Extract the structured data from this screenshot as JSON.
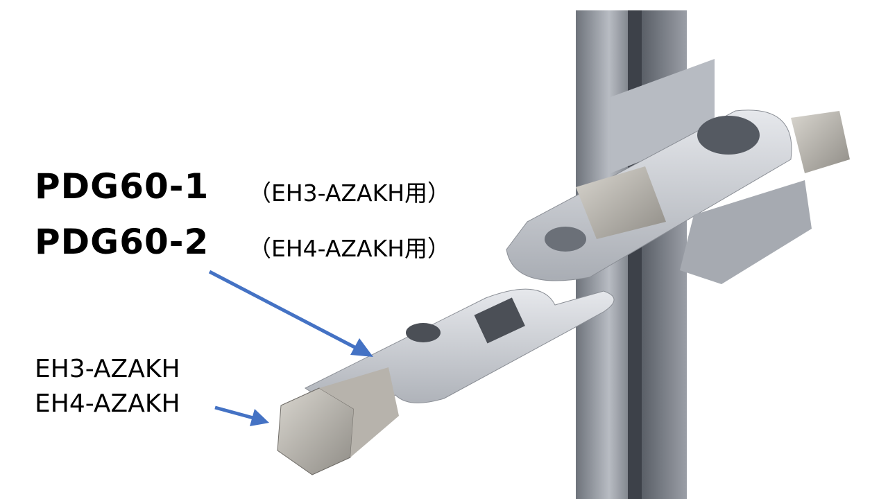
{
  "labels": {
    "model_1": "PDG60-1",
    "model_1_note": "（EH3-AZAKH用）",
    "model_2": "PDG60-2",
    "model_2_note": "（EH4-AZAKH用）",
    "motor_1": "EH3-AZAKH",
    "motor_2": "EH4-AZAKH"
  },
  "colors": {
    "arrow": "#4472C4",
    "metal": "#c8ccd2",
    "column": "#8a8f97"
  }
}
